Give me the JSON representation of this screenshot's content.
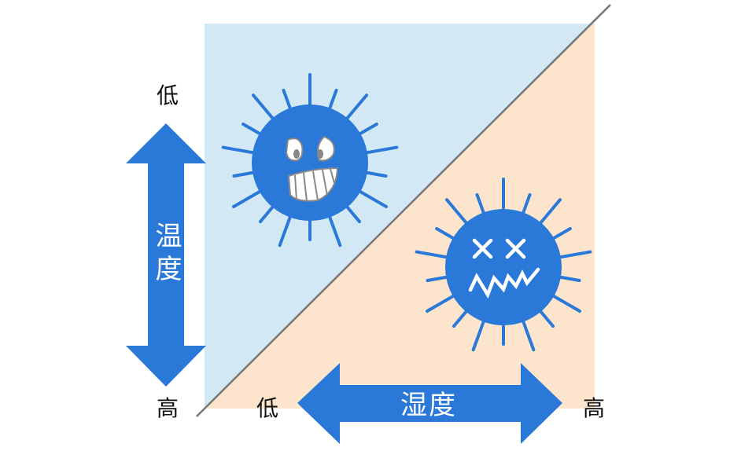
{
  "vertical_axis": {
    "title": "温度",
    "top_label": "低",
    "bottom_label": "高"
  },
  "horizontal_axis": {
    "title": "湿度",
    "left_label": "低",
    "right_label": "高"
  },
  "colors": {
    "virus": "#2a78d8",
    "favorable_region": "#d2e9f5",
    "unfavorable_region": "#fde4cc",
    "diagonal": "#777777"
  }
}
